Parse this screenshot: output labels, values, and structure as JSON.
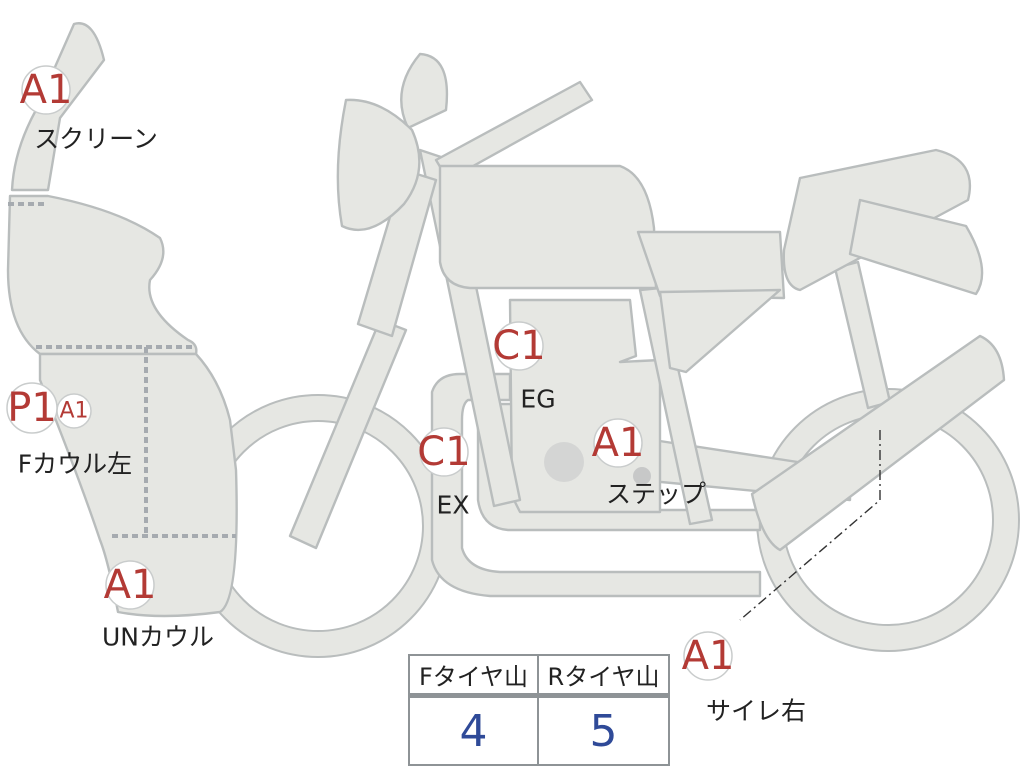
{
  "diagram": {
    "callouts": [
      {
        "id": "screen",
        "code": "A1",
        "label": "スクリーン"
      },
      {
        "id": "fcowl",
        "code": "P1",
        "code2": "A1",
        "label": "Fカウル左"
      },
      {
        "id": "uncowl",
        "code": "A1",
        "label": "UNカウル"
      },
      {
        "id": "eg",
        "code": "C1",
        "label": "EG"
      },
      {
        "id": "ex",
        "code": "C1",
        "label": "EX"
      },
      {
        "id": "step",
        "code": "A1",
        "label": "ステップ"
      },
      {
        "id": "silencer",
        "code": "A1",
        "label": "サイレ右"
      }
    ]
  },
  "tire_table": {
    "headers": [
      "Fタイヤ山",
      "Rタイヤ山"
    ],
    "values": [
      "4",
      "5"
    ]
  },
  "colors": {
    "part_fill": "#e6e7e3",
    "part_outline": "#b9bdbd",
    "code_text": "#b33a35",
    "table_value": "#2f4a98"
  }
}
